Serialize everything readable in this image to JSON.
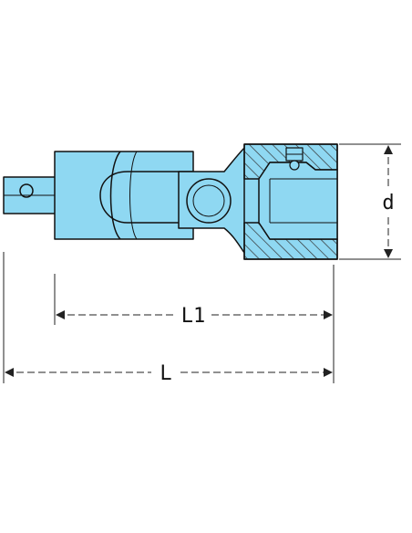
{
  "dimensions": {
    "d": "d",
    "l1": "L1",
    "l": "L"
  },
  "colors": {
    "part_fill": "#8fd8f2",
    "outline": "#111111",
    "hatch": "#333333",
    "dimension_line": "#222222"
  }
}
